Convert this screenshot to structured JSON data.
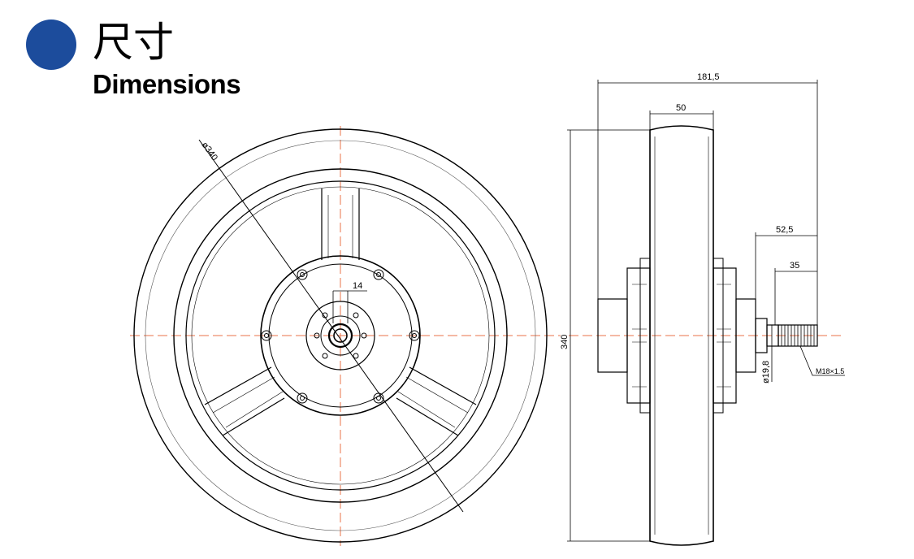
{
  "header": {
    "title_cn": "尺寸",
    "title_en": "Dimensions"
  },
  "colors": {
    "accent_dot": "#1c4c9c",
    "centerline": "#e8734a",
    "line": "#000000"
  },
  "front_view": {
    "diameter_label": "ø340",
    "shaft_width_label": "14"
  },
  "side_view": {
    "overall_width": "181,5",
    "tire_width": "50",
    "hub_to_end": "52,5",
    "shaft_length": "35",
    "height": "340",
    "shaft_diameter": "ø19,8",
    "thread_spec": "M18×1.5"
  }
}
